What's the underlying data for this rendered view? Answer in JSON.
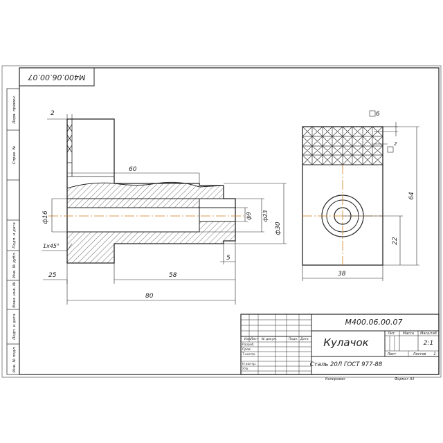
{
  "sheet": {
    "designation": "М400.06.00.07",
    "designation_mirrored": "М400.06.00.07"
  },
  "margin_strip": {
    "labels": [
      "Перв. примен.",
      "Справ. №",
      "Подп. и дата",
      "Инв. № дубл.",
      "Взам. инв. №",
      "Подп. и дата",
      "Инв. № подл."
    ]
  },
  "dimensions": {
    "d_2": "2",
    "d_60": "60",
    "d_phi16": "ф16",
    "d_chamfer": "1х45°",
    "d_25": "25",
    "d_58": "58",
    "d_80": "80",
    "d_5": "5",
    "d_phi9": "ф9",
    "d_phi23": "ф23",
    "d_phi30": "ф30",
    "d_64": "64",
    "d_22": "22",
    "d_38": "38",
    "d_6": "6",
    "d_2b": "2"
  },
  "title_block": {
    "designation": "М400.06.00.07",
    "name": "Кулачок",
    "material": "Сталь 20Л ГОСТ 977-88",
    "col_lit": "Лит.",
    "col_mass": "Масса",
    "col_scale": "Масштаб",
    "scale_value": "2:1",
    "sheet_label": "Лист",
    "sheets_label": "Листов",
    "sheets_value": "1",
    "head_izm": "Изм.",
    "head_list": "Лист",
    "head_doc": "№ докум.",
    "head_sign": "Подп.",
    "head_date": "Дата",
    "row_razrab": "Разраб.",
    "row_prov": "Пров.",
    "row_tkontr": "Т.контр.",
    "row_nkontr": "Н.контр.",
    "row_utv": "Утв.",
    "copied": "Копировал",
    "format": "Формат А3"
  }
}
